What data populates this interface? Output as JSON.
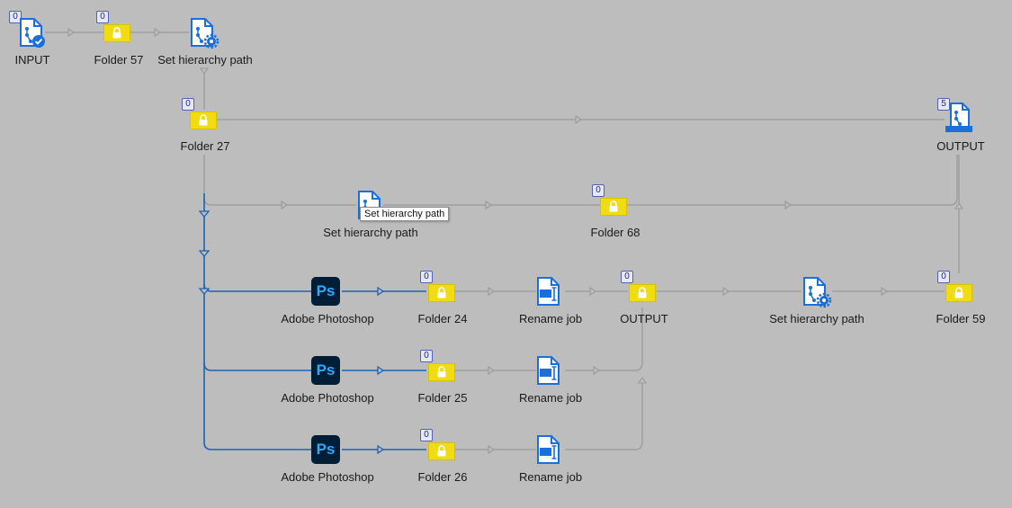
{
  "colors": {
    "canvas": "#bdbdbd",
    "connector_gray": "#9a9a9a",
    "connector_blue": "#1b63b5",
    "folder_yellow": "#f0dc10",
    "icon_blue": "#1b6fd6",
    "ps_bg": "#001e36",
    "ps_text": "#31a8ff"
  },
  "nodes": {
    "input": {
      "label": "INPUT",
      "count": "0",
      "icon": "document-check-icon"
    },
    "folder57": {
      "label": "Folder 57",
      "count": "0",
      "icon": "lock-icon"
    },
    "sethier1": {
      "label": "Set hierarchy path",
      "icon": "document-gear-icon"
    },
    "folder27": {
      "label": "Folder 27",
      "count": "0",
      "icon": "lock-icon"
    },
    "output1": {
      "label": "OUTPUT",
      "count": "5",
      "icon": "document-tray-icon"
    },
    "sethier2": {
      "label": "Set hierarchy path",
      "icon": "document-gear-icon"
    },
    "folder68": {
      "label": "Folder 68",
      "count": "0",
      "icon": "lock-icon"
    },
    "ps1": {
      "label": "Adobe Photoshop",
      "icon_text": "Ps"
    },
    "folder24": {
      "label": "Folder 24",
      "count": "0",
      "icon": "lock-icon"
    },
    "rename1": {
      "label": "Rename job",
      "icon": "rename-icon"
    },
    "output2": {
      "label": "OUTPUT",
      "count": "0",
      "icon": "lock-icon"
    },
    "sethier3": {
      "label": "Set hierarchy path",
      "icon": "document-gear-icon"
    },
    "folder59": {
      "label": "Folder 59",
      "count": "0",
      "icon": "lock-icon"
    },
    "ps2": {
      "label": "Adobe Photoshop",
      "icon_text": "Ps"
    },
    "folder25": {
      "label": "Folder 25",
      "count": "0",
      "icon": "lock-icon"
    },
    "rename2": {
      "label": "Rename job",
      "icon": "rename-icon"
    },
    "ps3": {
      "label": "Adobe Photoshop",
      "icon_text": "Ps"
    },
    "folder26": {
      "label": "Folder 26",
      "count": "0",
      "icon": "lock-icon"
    },
    "rename3": {
      "label": "Rename job",
      "icon": "rename-icon"
    }
  },
  "tooltip": {
    "text": "Set hierarchy path"
  }
}
